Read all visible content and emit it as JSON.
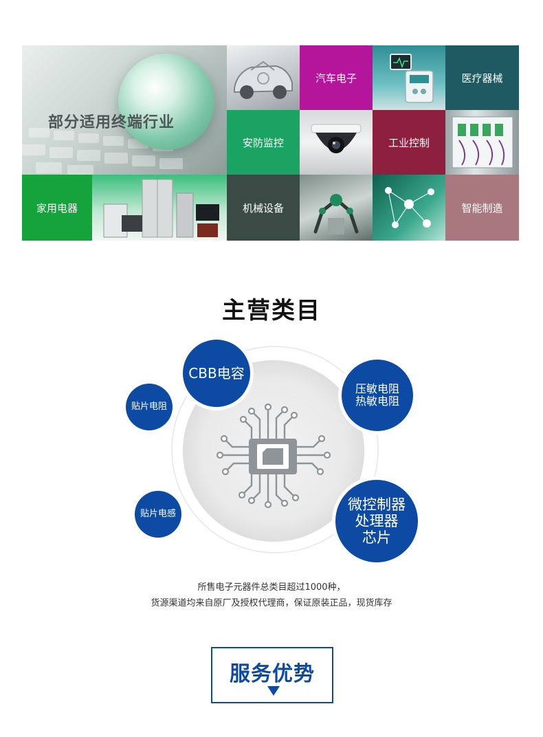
{
  "industries": {
    "title": "部分适用终端行业",
    "automotive": "汽车电子",
    "medical": "医疗器械",
    "security": "安防监控",
    "industrial": "工业控制",
    "home": "家用电器",
    "machinery": "机械设备",
    "smart": "智能制造"
  },
  "categories": {
    "title": "主营类目",
    "cbb": "CBB电容",
    "varistor_line1": "压敏电阻",
    "varistor_line2": "热敏电阻",
    "chip_resistor": "贴片电阻",
    "chip_inductor": "贴片电感",
    "mcu_line1": "微控制器",
    "mcu_line2": "处理器",
    "mcu_line3": "芯片",
    "desc_line1": "所售电子元器件总类目超过1000种，",
    "desc_line2": "货源渠道均来自原厂及授权代理商，保证原装正品，现货库存"
  },
  "service": {
    "title": "服务优势"
  },
  "colors": {
    "brand_blue": "#0d4aa3",
    "magenta": "#b4159b",
    "teal_dark": "#1f5a62",
    "green": "#1aa363",
    "maroon": "#8d1f3f",
    "home_green": "#15a33c",
    "slate": "#3a4a44",
    "mauve": "#a9787f"
  }
}
